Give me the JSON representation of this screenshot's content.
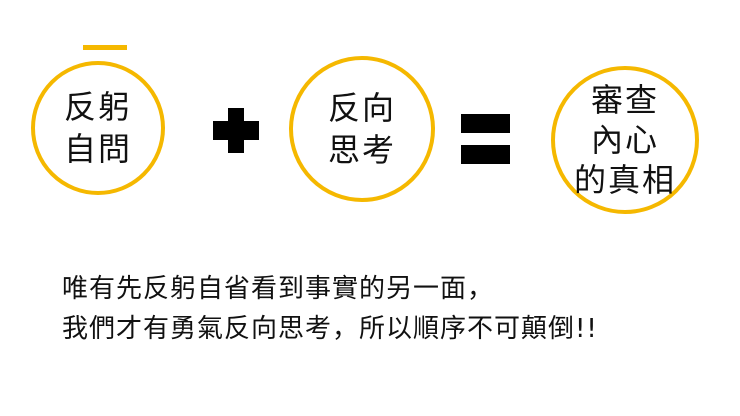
{
  "diagram": {
    "accent_color": "#F5B800",
    "circles": [
      {
        "lines": [
          "反躬",
          "自問"
        ]
      },
      {
        "lines": [
          "反向",
          "思考"
        ]
      },
      {
        "lines": [
          "審查",
          "內心",
          "的真相"
        ]
      }
    ],
    "operators": {
      "plus": "plus-sign",
      "equals": "equals-sign"
    }
  },
  "caption": {
    "lines": [
      "唯有先反躬自省看到事實的另一面，",
      "我們才有勇氣反向思考，所以順序不可顛倒!!"
    ]
  }
}
